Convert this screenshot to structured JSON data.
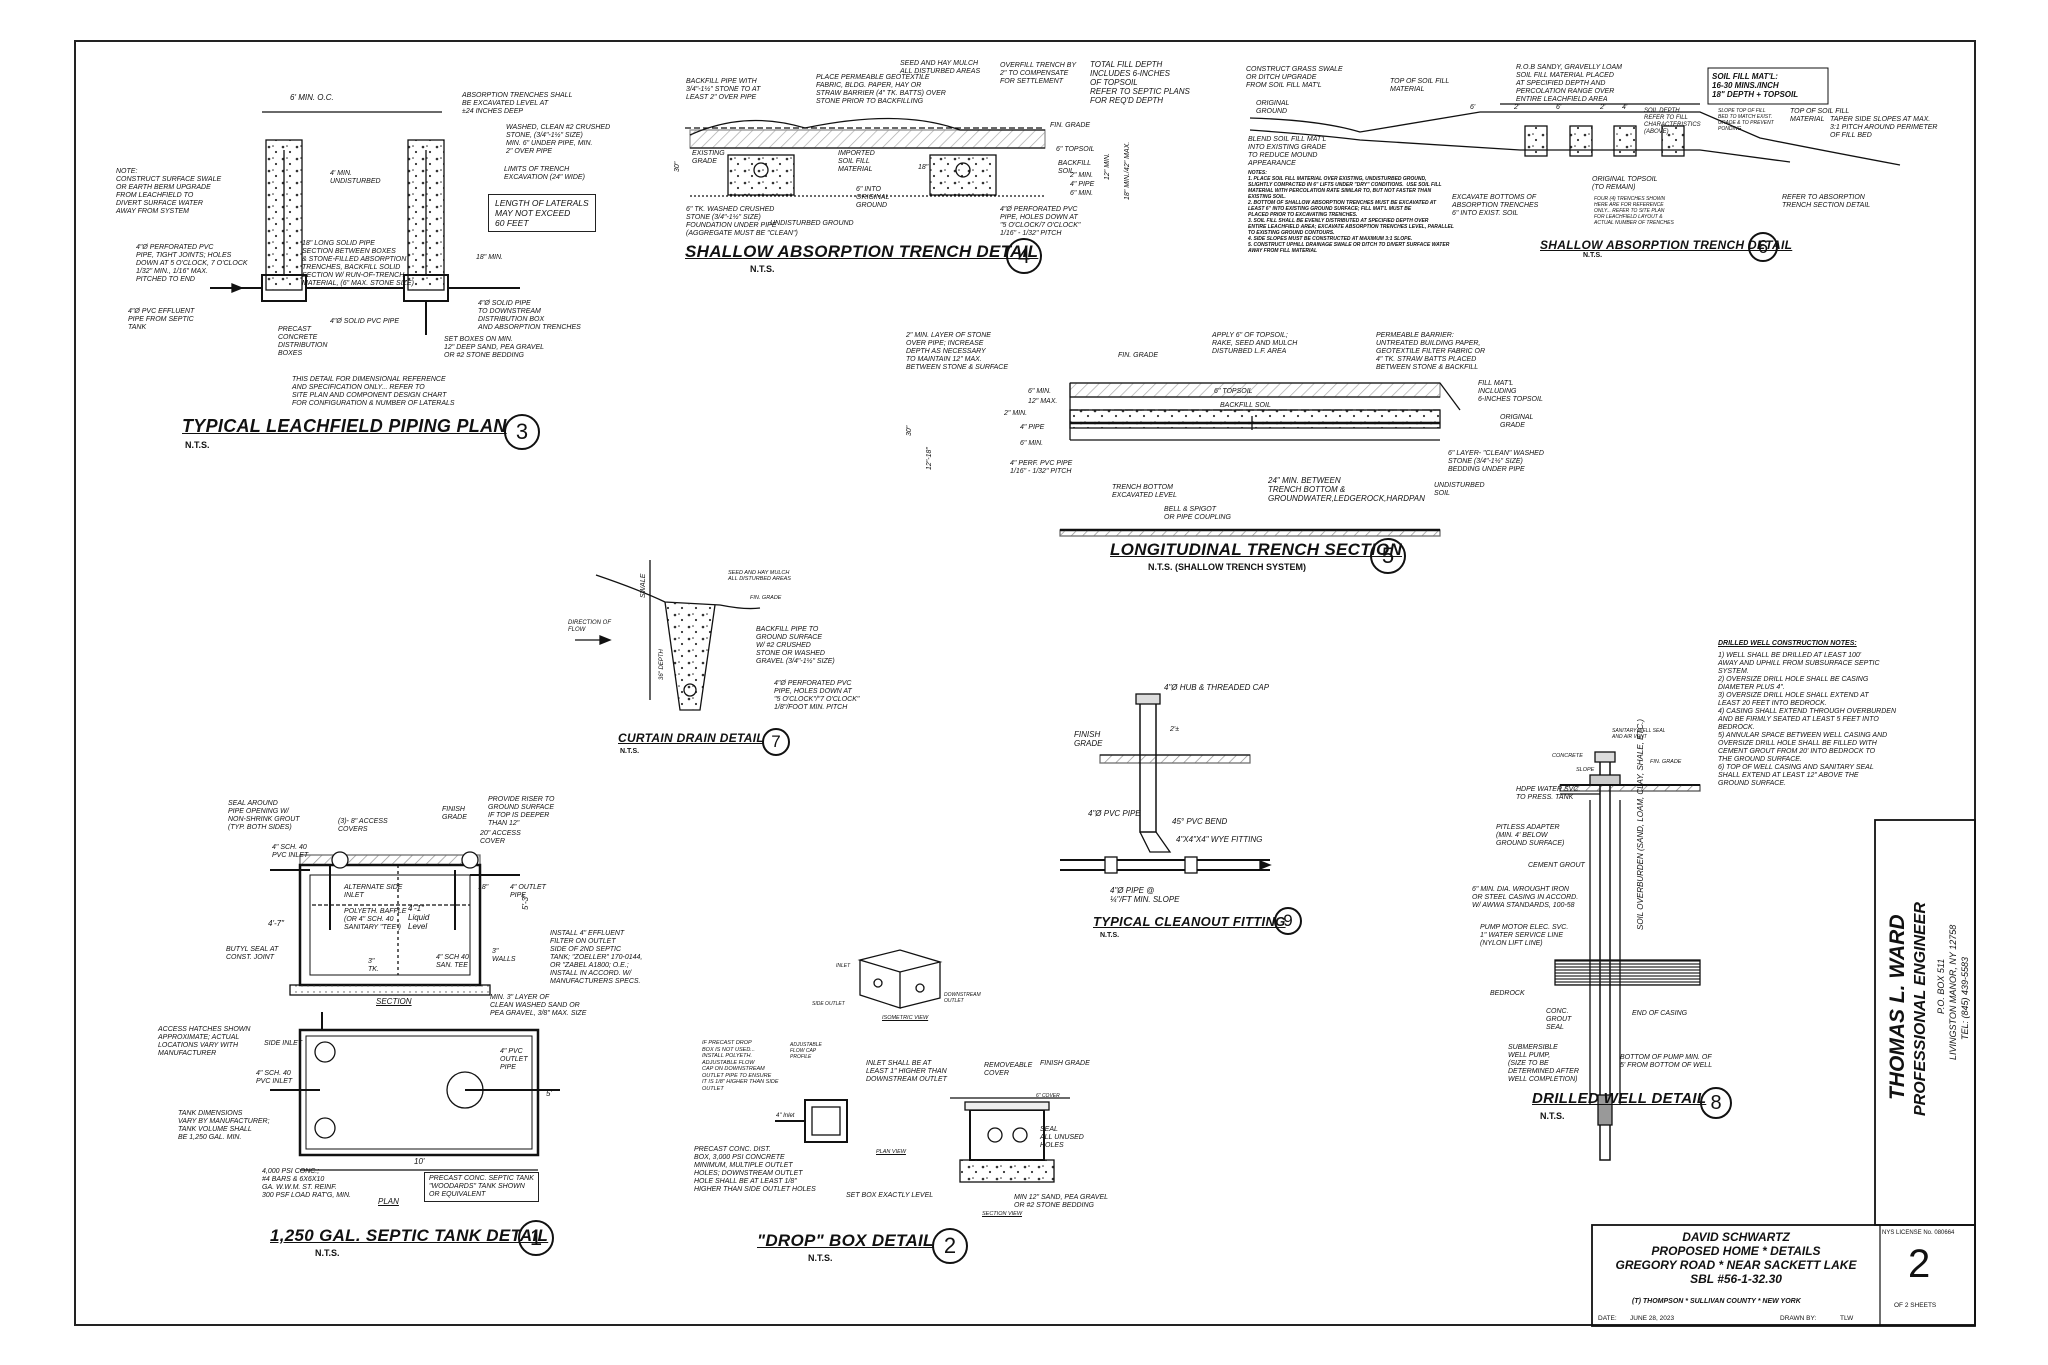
{
  "details": [
    {
      "num": "1",
      "title": "1,250 GAL. SEPTIC TANK DETAIL",
      "scale": "N.T.S."
    },
    {
      "num": "2",
      "title": "\"DROP\" BOX DETAIL",
      "scale": "N.T.S."
    },
    {
      "num": "3",
      "title": "TYPICAL LEACHFIELD PIPING PLAN",
      "scale": "N.T.S."
    },
    {
      "num": "4",
      "title": "SHALLOW ABSORPTION TRENCH DETAIL",
      "scale": "N.T.S."
    },
    {
      "num": "5",
      "title": "LONGITUDINAL TRENCH SECTION",
      "scale": "N.T.S.     (SHALLOW TRENCH SYSTEM)"
    },
    {
      "num": "6",
      "title": "SHALLOW ABSORPTION TRENCH DETAIL",
      "scale": "N.T.S."
    },
    {
      "num": "7",
      "title": "CURTAIN DRAIN DETAIL",
      "scale": "N.T.S."
    },
    {
      "num": "8",
      "title": "DRILLED WELL DETAIL",
      "scale": "N.T.S."
    },
    {
      "num": "9",
      "title": "TYPICAL CLEANOUT FITTING",
      "scale": "N.T.S."
    }
  ],
  "leachfield": {
    "spacing": "6' MIN. O.C.",
    "undisturbed": "4' MIN.\nUNDISTURBED",
    "note": "NOTE:\nCONSTRUCT SURFACE SWALE\nOR EARTH BERM UPGRADE\nFROM LEACHFIELD TO\nDIVERT SURFACE WATER\nAWAY FROM SYSTEM",
    "trenches": "ABSORPTION TRENCHES SHALL\nBE EXCAVATED LEVEL AT\n±24 INCHES DEEP",
    "stone": "WASHED, CLEAN #2 CRUSHED\nSTONE, (3/4\"-1½\" SIZE)\nMIN. 6\" UNDER PIPE, MIN.\n2\" OVER PIPE",
    "limits": "LIMITS OF TRENCH\nEXCAVATION (24\" WIDE)",
    "laterals": "LENGTH OF LATERALS\nMAY NOT EXCEED\n60 FEET",
    "perf": "4\"ø PERFORATED PVC\nPIPE, TIGHT JOINTS; HOLES\nDOWN AT 5 O'CLOCK, 7 O'CLOCK\n1/32\" MIN., 1/16\" MAX.\nPITCHED TO END",
    "solid18": "18\" Long SOLID PIPE\nSECTION BETWEEN BOXES\n& STONE-FILLED ABSORPTION\nTRENCHES, BACKFILL SOLID\nSECTION W/ RUN-OF-TRENCH\nMATERIAL, (6\" MAX. STONE SIZE)",
    "min18": "18\" MIN.",
    "effluent": "4\"ø PVC EFFLUENT\nPIPE FROM SEPTIC\nTANK",
    "solidpipe": "4\"ø SOLID PVC PIPE",
    "downstream": "4\"ø SOLID PIPE\nTO DOWNSTREAM\nDISTRIBUTION BOX\nAND ABSORPTION TRENCHES",
    "precast": "PRECAST\nCONCRETE\nDISTRIBUTION\nBOXES",
    "setboxes": "SET BOXES ON MIN.\n12\" DEEP SAND, PEA GRAVEL\nOR #2 STONE BEDDING",
    "ref": "THIS DETAIL FOR DIMENSIONAL REFERENCE\nAND SPECIFICATION ONLY... REFER TO\nSITE PLAN AND COMPONENT DESIGN CHART\nFOR CONFIGURATION & NUMBER OF LATERALS"
  },
  "trench4": {
    "backfill": "BACKFILL PIPE WITH\n3/4\"-1½\" STONE TO AT\nLEAST 2\" OVER PIPE",
    "geotex": "PLACE PERMEABLE GEOTEXTILE\nFABRIC, BLDG. PAPER, HAY OR\nSTRAW BARRIER (4\" TK. BATTS) OVER\nSTONE PRIOR TO BACKFILLING",
    "seed": "SEED AND HAY MULCH\nALL DISTURBED AREAS",
    "overfill": "OVERFILL TRENCH BY\n2\" TO COMPENSATE\nFOR SETTLEMENT",
    "total": "TOTAL FILL DEPTH\nINCLUDES 6-inches\nOF TOPSOIL\nREFER TO SEPTIC PLANS\nFOR REQ'D DEPTH",
    "fin": "FIN. GRADE",
    "topsoil": "6\" TOPSOIL",
    "backfillsoil": "BACKFILL\nSOIL",
    "existing": "EXISTING\nGRADE",
    "imported": "IMPORTED\nSOIL FILL\nMATERIAL",
    "into": "6\" INTO\nORIGINAL\nGROUND",
    "washed": "6\" TK. WASHED CRUSHED\nSTONE (3/4\"-1½\" SIZE)\nFOUNDATION UNDER PIPE\n(AGGREGATE MUST BE \"CLEAN\")",
    "undisturbed": "UNDISTURBED GROUND",
    "perf": "4\"ø PERFORATED PVC\nPIPE, HOLES DOWN AT\n\"5 O'CLOCK/7 O'CLOCK\"\n1/16\" - 1/32\" PITCH",
    "dims": [
      "2\" MIN.",
      "4\" PIPE",
      "6\" MIN.",
      "12\" MIN.",
      "18\" MIN./42\" MAX.",
      "30\"",
      "18\""
    ]
  },
  "trench6": {
    "swale": "CONSTRUCT GRASS SWALE\nOR DITCH UPGRADE\nFROM SOIL FILL MAT'L",
    "original": "ORIGINAL\nGROUND",
    "top": "TOP OF SOIL FILL\nMATERIAL",
    "rob": "R.O.B SANDY, GRAVELLY LOAM\nSOIL FILL MATERIAL PLACED\nAT SPECIFIED DEPTH AND\nPERCOLATION RANGE OVER\nENTIRE LEACHFIELD AREA",
    "soilfill": "SOIL FILL MAT'L:\n16-30 MINS./INCH\n18\" DEPTH + TOPSOIL",
    "blend": "BLEND SOIL FILL MAT'L\nINTO EXISTING GRADE\nTO REDUCE MOUND\nAPPEARANCE",
    "notes": "NOTES:\n1. PLACE SOIL FILL MATERIAL OVER EXISTING, UNDISTURBED GROUND,\nSLIGHTLY COMPACTED IN 6\" LIFTS UNDER \"DRY\" CONDITIONS.  USE SOIL FILL\nMATERIAL WITH PERCOLATION RATE SIMILAR TO, BUT NOT FASTER THAN\nEXISTING SOIL.\n2. BOTTOM OF SHALLOW ABSORPTION TRENCHES MUST BE EXCAVATED AT\nLEAST 6\" INTO EXISTING GROUND SURFACE; FILL MAT'L MUST BE\nPLACED PRIOR TO EXCAVATING TRENCHES.\n3. SOIL FILL SHALL BE EVENLY DISTRIBUTED AT SPECIFIED DEPTH OVER\nENTIRE LEACHFIELD AREA; EXCAVATE ABSORPTION TRENCHES LEVEL, PARALLEL\nTO EXISTING GROUND CONTOURS.\n4. SIDE SLOPES MUST BE CONSTRUCTED AT MAXIMUM 3:1 SLOPE.\n5. CONSTRUCT UPHILL DRAINAGE SWALE OR DITCH TO DIVERT SURFACE WATER\nAWAY FROM FILL MATERIAL",
    "excavate": "EXCAVATE BOTTOMS OF\nABSORPTION TRENCHES\n6\" INTO EXIST. SOIL",
    "origtop": "ORIGINAL TOPSOIL\n(TO REMAIN)",
    "four": "FOUR (4) TRENCHES SHOWN\nHERE ARE FOR REFERENCE\nONLY... REFER TO SITE PLAN\nFOR LEACHFIELD LAYOUT &\nACTUAL NUMBER OF TRENCHES",
    "refer": "REFER TO ABSORPTION\nTRENCH SECTION DETAIL",
    "taper": "TAPER SIDE SLOPES AT MAX.\n3:1 PITCH AROUND PERIMETER\nOF FILL BED",
    "topfill": "TOP OF SOIL FILL\nMATERIAL",
    "soildepth": "SOIL DEPTH\nREFER TO FILL\nCHARACTERISTICS\n(ABOVE)",
    "slope": "SLOPE TOP OF FILL\nBED TO MATCH EXIST.\nGRADE & TO PREVENT\nPONDING",
    "dims": [
      "6'",
      "2'",
      "6'",
      "2'",
      "4'"
    ]
  },
  "trench5": {
    "layer": "2\" MIN. LAYER OF STONE\nOVER PIPE; INCREASE\nDEPTH AS NECESSARY\nTO MAINTAIN 12\" MAX.\nBETWEEN STONE & SURFACE",
    "fin": "FIN. GRADE",
    "apply": "APPLY 6\" OF TOPSOIL;\nRAKE, SEED AND MULCH\nDISTURBED L.F. AREA",
    "barrier": "PERMEABLE BARRIER:\nUNTREATED BUILDING PAPER,\nGEOTEXTILE FILTER FABRIC OR\n4\" TK. STRAW BATTS PLACED\nBETWEEN STONE & BACKFILL",
    "fillmat": "FILL MAT'L\nINCLUDING\n6-INCHES TOPSOIL",
    "orig": "ORIGINAL\nGRADE",
    "topsoil": "6\" TOPSOIL",
    "backfill": "BACKFILL SOIL",
    "dims": [
      "6\" MIN.",
      "12\" MAX.",
      "2\" MIN.",
      "4\" PIPE",
      "6\" MIN.",
      "30\"",
      "12\"-18\""
    ],
    "perf": "4\" PERF. PVC PIPE\n1/16\" - 1/32\" PITCH",
    "layer6": "6\" LAYER- \"CLEAN\" WASHED\nSTONE (3/4\"-1½\" SIZE)\nBEDDING UNDER PIPE",
    "trenchbottom": "TRENCH BOTTOM\nEXCAVATED LEVEL",
    "min24": "24\" MIN. BETWEEN\nTRENCH BOTTOM &\nGROUNDWATER,LEDGEROCK,HARDPAN",
    "undisturbed": "UNDISTURBED\nSOIL",
    "bell": "BELL & SPIGOT\nOR PIPE COUPLING"
  },
  "curtain": {
    "swale": "SWALE",
    "seed": "SEED AND HAY MULCH\nALL DISTURBED AREAS",
    "fin": "FIN. GRADE",
    "dir": "DIRECTION OF\nFLOW",
    "depth": "36\" DEPTH",
    "backfill": "BACKFILL PIPE TO\nGROUND SURFACE\nW/ #2 CRUSHED\nSTONE OR WASHED\nGRAVEL (3/4\"-1½\" SIZE)",
    "perf": "4\"ø PERFORATED PVC\nPIPE, HOLES DOWN AT\n\"5 O'CLOCK\"/\"7 O'CLOCK\"\n1/8\"/FOOT MIN. PITCH"
  },
  "cleanout": {
    "hub": "4\"ø HUB & THREADED CAP",
    "finish": "FINISH\nGRADE",
    "dim": "2'±",
    "pvc": "4\"ø PVC PIPE",
    "bend": "45° PVC BEND",
    "wye": "4\"x4\"x4\" WYE FITTING",
    "pipe": "4\"ø PIPE @\n¼\"/FT MIN. SLOPE"
  },
  "septic": {
    "seal": "SEAL AROUND\nPIPE OPENING W/\nNON-SHRINK GROUT\n(TYP. BOTH SIDES)",
    "sch40in": "4\" SCH. 40\nPVC INLET",
    "covers": "(3)- 8\" ACCESS\nCOVERS",
    "finish": "FINISH\nGRADE",
    "riser": "PROVIDE RISER TO\nGROUND SURFACE\nIF TOP IS DEEPER\nTHAN 12\"",
    "cover20": "20\" ACCESS\nCOVER",
    "alt": "ALTERNATE SIDE\nINLET",
    "outpipe": "4\" OUTLET\nPIPE",
    "baffle": "POLYETH. BAFFLE\n(OR 4\" SCH. 40\nSANITARY \"TEE\")",
    "level": "4'-1\"\nLiquid\nLevel",
    "d47": "4'-7\"",
    "d53": "5'-3\"",
    "d18": "18\"",
    "walls": "3\"\nWALLS",
    "butyl": "BUTYL SEAL AT\nCONST. JOINT",
    "tk": "3\"\nTK.",
    "saltee": "4\" SCH 40\nSAN. TEE",
    "filter": "INSTALL 4\" EFFLUENT\nFILTER ON OUTLET\nSIDE OF 2ND SEPTIC\nTANK; \"ZOELLER\" 170-0144,\nOR \"ZABEL A1800; O.E.;\nINSTALL IN ACCORD. W/\nMANUFACTURERS SPECS.",
    "min3": "MIN. 3\" LAYER OF\nCLEAN WASHED SAND OR\nPEA GRAVEL, 3/8\" MAX. SIZE",
    "section": "SECTION",
    "sideinlet": "SIDE INLET",
    "hatches": "ACCESS HATCHES SHOWN\nAPPROXIMATE; ACTUAL\nLOCATIONS VARY WITH\nMANUFACTURER",
    "plaininlet": "4\" SCH. 40\nPVC INLET",
    "pvcout": "4\" PVC\nOUTLET\nPIPE",
    "tankdim": "TANK DIMENSIONS\nVARY BY MANUFACTURER;\nTANK VOLUME SHALL\nBE 1,250 GAL. MIN.",
    "d10": "10'",
    "d5": "5'",
    "conc": "4,000 PSI CONC.;\n#4 BARS & 6x6x10\nGa. W.W.M. ST. REINF.\n300 PSF LOAD RAT'G, MIN.",
    "precast": "PRECAST CONC. SEPTIC TANK\n\"WOODARDS\" TANK SHOWN\nOR EQUIVALENT",
    "plan": "PLAN"
  },
  "dropbox": {
    "inlet": "INLET",
    "sideout": "SIDE OUTLET",
    "downout": "DOWNSTREAM\nOUTLET",
    "iso": "ISOMETRIC VIEW",
    "ifprecast": "IF PRECAST DROP\nBOX IS NOT USED...\nINSTALL POLYETH.\nADJUSTABLE FLOW\nCAP ON DOWNSTREAM\nOUTLET PIPE TO ENSURE\nIT IS 1/8\" HIGHER THAN SIDE\nOUTLET",
    "flowcap": "ADJUSTABLE\nFLOW CAP\nPROFILE",
    "inletshall": "INLET SHALL BE AT\nLEAST 1\" HIGHER THAN\nDOWNSTREAM OUTLET",
    "removable": "REMOVEABLE\nCOVER",
    "finish": "FINISH GRADE",
    "cover6": "6\" COVER",
    "inlet4": "4\" Inlet",
    "seal": "SEAL\nALL UNUSED\nHOLES",
    "planview": "PLAN VIEW",
    "precast": "PRECAST CONC. DIST.\nBOX, 3,000 PSI CONCRETE\nMINIMUM, MULTIPLE OUTLET\nHOLES; DOWNSTREAM OUTLET\nHOLE SHALL BE AT LEAST 1/8\"\nHIGHER THAN SIDE OUTLET HOLES",
    "setlevel": "SET BOX EXACTLY LEVEL",
    "min12": "MIN 12\" SAND, PEA GRAVEL\nOR #2 STONE BEDDING",
    "secview": "SECTION VIEW"
  },
  "well": {
    "notestitle": "DRILLED WELL CONSTRUCTION NOTES:",
    "notes": "1) WELL SHALL BE DRILLED AT LEAST 100'\nAWAY AND UPHILL FROM SUBSURFACE SEPTIC\nSYSTEM.\n2) OVERSIZE DRILL HOLE SHALL BE CASING\nDIAMETER PLUS 4\".\n3) OVERSIZE DRILL HOLE SHALL EXTEND AT\nLEAST 20 FEET INTO BEDROCK.\n4) CASING SHALL EXTEND THROUGH OVERBURDEN\nAND BE FIRMLY SEATED AT LEAST 5 FEET INTO\nBEDROCK.\n5) ANNULAR SPACE BETWEEN WELL CASING AND\nOVERSIZE DRILL HOLE SHALL BE FILLED WITH\nCEMENT GROUT FROM 20' INTO BEDROCK TO\nTHE GROUND SURFACE.\n6) TOP OF WELL CASING AND SANITARY SEAL\nSHALL EXTEND AT LEAST 12\" ABOVE THE\nGROUND SURFACE.",
    "sanseal": "SANITARY WELL SEAL\nAND AIR VENT",
    "concrete": "CONCRETE",
    "fin": "FIN. GRADE",
    "slope": "SLOPE",
    "hdpe": "HDPE WATER SVC.\nTO PRESS. TANK",
    "pitless": "PITLESS ADAPTER\n(MIN. 4' BELOW\nGROUND SURFACE)",
    "grout": "CEMENT GROUT",
    "casing": "6\" MIN. DIA. WROUGHT IRON\nOR STEEL CASING IN ACCORD.\nW/ AWWA STANDARDS, 100-58",
    "pump": "PUMP MOTOR ELEC. SVC.\n1\" WATER SERVICE LINE\n(NYLON LIFT LINE)",
    "overburden": "SOIL OVERBURDEN\n(SAND, LOAM, CLAY, SHALE, ETC.)",
    "bedrock": "BEDROCK",
    "concgrout": "CONC.\nGROUT\nSEAL",
    "endcasing": "END OF CASING",
    "sub": "SUBMERSIBLE\nWELL PUMP,\n(SIZE TO BE\nDETERMINED AFTER\nWELL COMPLETION)",
    "bottom": "BOTTOM OF PUMP MIN. OF\n5' FROM BOTTOM OF WELL"
  },
  "engineer": {
    "name": "THOMAS L. WARD",
    "title": "PROFESSIONAL ENGINEER",
    "box": "P.O. BOX 511",
    "city": "LIVINGSTON MANOR, NY 12758",
    "tel": "TEL: (845) 439-5583",
    "license": "NYS LICENSE No. 080664"
  },
  "titleblock": {
    "owner": "DAVID SCHWARTZ",
    "project": "PROPOSED HOME * DETAILS",
    "road": "GREGORY ROAD * NEAR SACKETT LAKE",
    "sbl": "SBL #56-1-32.30",
    "town": "(T) THOMPSON * SULLIVAN COUNTY * NEW YORK",
    "date_label": "DATE:",
    "date": "JUNE 28, 2023",
    "drawn_label": "DRAWN BY:",
    "drawn": "TLW",
    "sheet": "2",
    "of": "OF  2  SHEETS"
  }
}
